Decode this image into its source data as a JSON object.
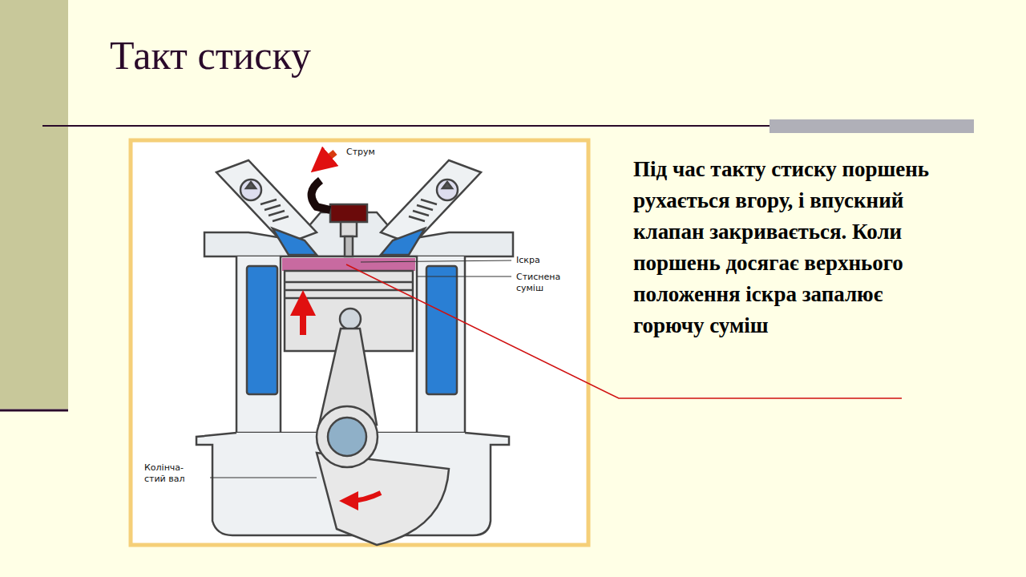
{
  "diagram": {
    "title": "Такт стиску",
    "labels": [
      "Струм",
      "Іскра",
      "Стиснена суміш",
      "Колінча- стий вал",
      "Під час такту стиску поршень рухається вгору, і впускний клапан закривається.  Коли поршень досягає верхнього положення іскра запалює горючу суміш"
    ]
  }
}
